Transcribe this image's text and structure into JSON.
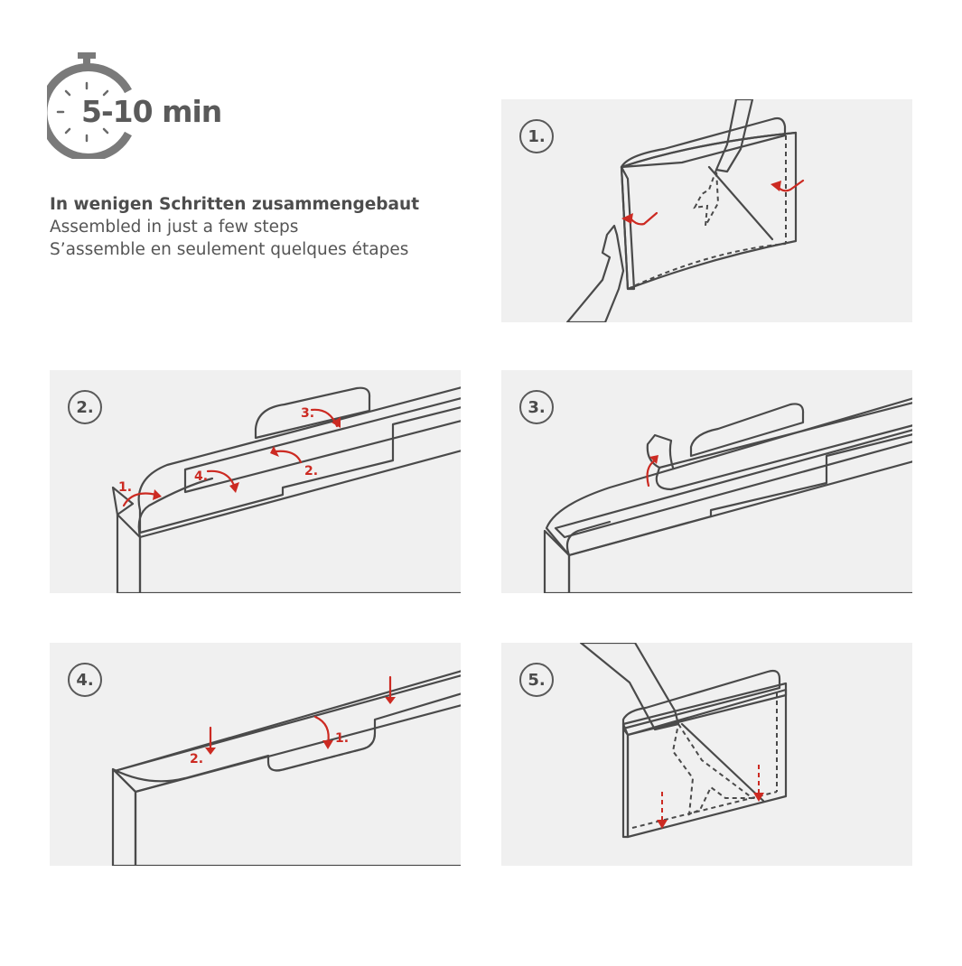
{
  "timer": {
    "label": "5-10 min"
  },
  "intro": {
    "line_de": "In wenigen Schritten zusammengebaut",
    "line_en": "Assembled in just a few steps",
    "line_fr": "S’assemble en seulement quelques étapes"
  },
  "steps": [
    {
      "number": "1.",
      "labels": []
    },
    {
      "number": "2.",
      "labels": [
        "1.",
        "2.",
        "3.",
        "4."
      ]
    },
    {
      "number": "3.",
      "labels": []
    },
    {
      "number": "4.",
      "labels": [
        "1.",
        "2."
      ]
    },
    {
      "number": "5.",
      "labels": []
    }
  ],
  "colors": {
    "panel_bg": "#f0f0f0",
    "outline": "#4a4a4a",
    "accent_red": "#cc2a22",
    "surface_light": "#d9d9d9",
    "surface_mid": "#bfbfbf",
    "surface_dark": "#8c8c8c"
  }
}
